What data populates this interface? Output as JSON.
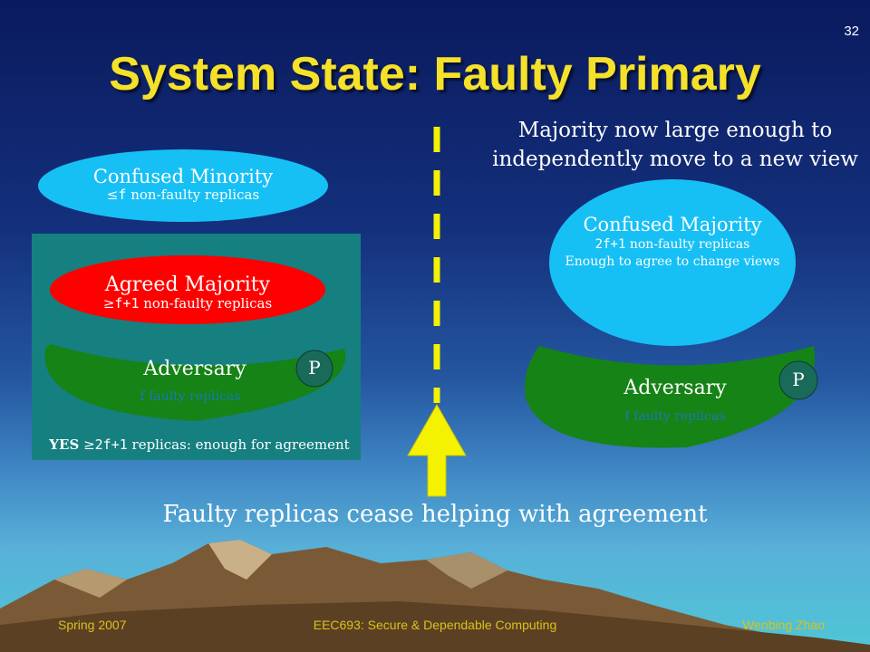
{
  "slide_number": "32",
  "title": "System State: Faulty Primary",
  "majority_note": [
    "Majority now large enough to",
    "independently move to a new view"
  ],
  "left": {
    "confused_minority": {
      "title": "Confused Minority",
      "sym": "≤",
      "var": "f",
      "rest": " non-faulty replicas"
    },
    "agreed_majority": {
      "title": "Agreed Majority",
      "sym": "≥",
      "var": "f+1",
      "rest": " non-faulty replicas"
    },
    "adversary": {
      "title": "Adversary",
      "sub": "f faulty replicas",
      "primary": "P"
    },
    "yes_line": {
      "yes": "YES",
      "sym": "≥",
      "var": "2f+1",
      "rest": " replicas: enough for agreement"
    }
  },
  "right": {
    "confused_majority": {
      "title": "Confused Majority",
      "var": "2f+1",
      "rest": " non-faulty replicas",
      "line3": "Enough to agree to change views"
    },
    "adversary": {
      "title": "Adversary",
      "sub": "f faulty replicas",
      "primary": "P"
    }
  },
  "bottom_caption": "Faulty replicas cease helping with agreement",
  "footer": {
    "left": "Spring 2007",
    "center": "EEC693: Secure & Dependable Computing",
    "right": "Wenbing Zhao"
  },
  "colors": {
    "title": "#f5e12a",
    "arrow": "#f4f200",
    "teal_box": "#167f80",
    "adversary": "#168316",
    "light_blue": "#16c0f5",
    "red": "#ff0000",
    "primary_circle": "#1a6a5a"
  }
}
